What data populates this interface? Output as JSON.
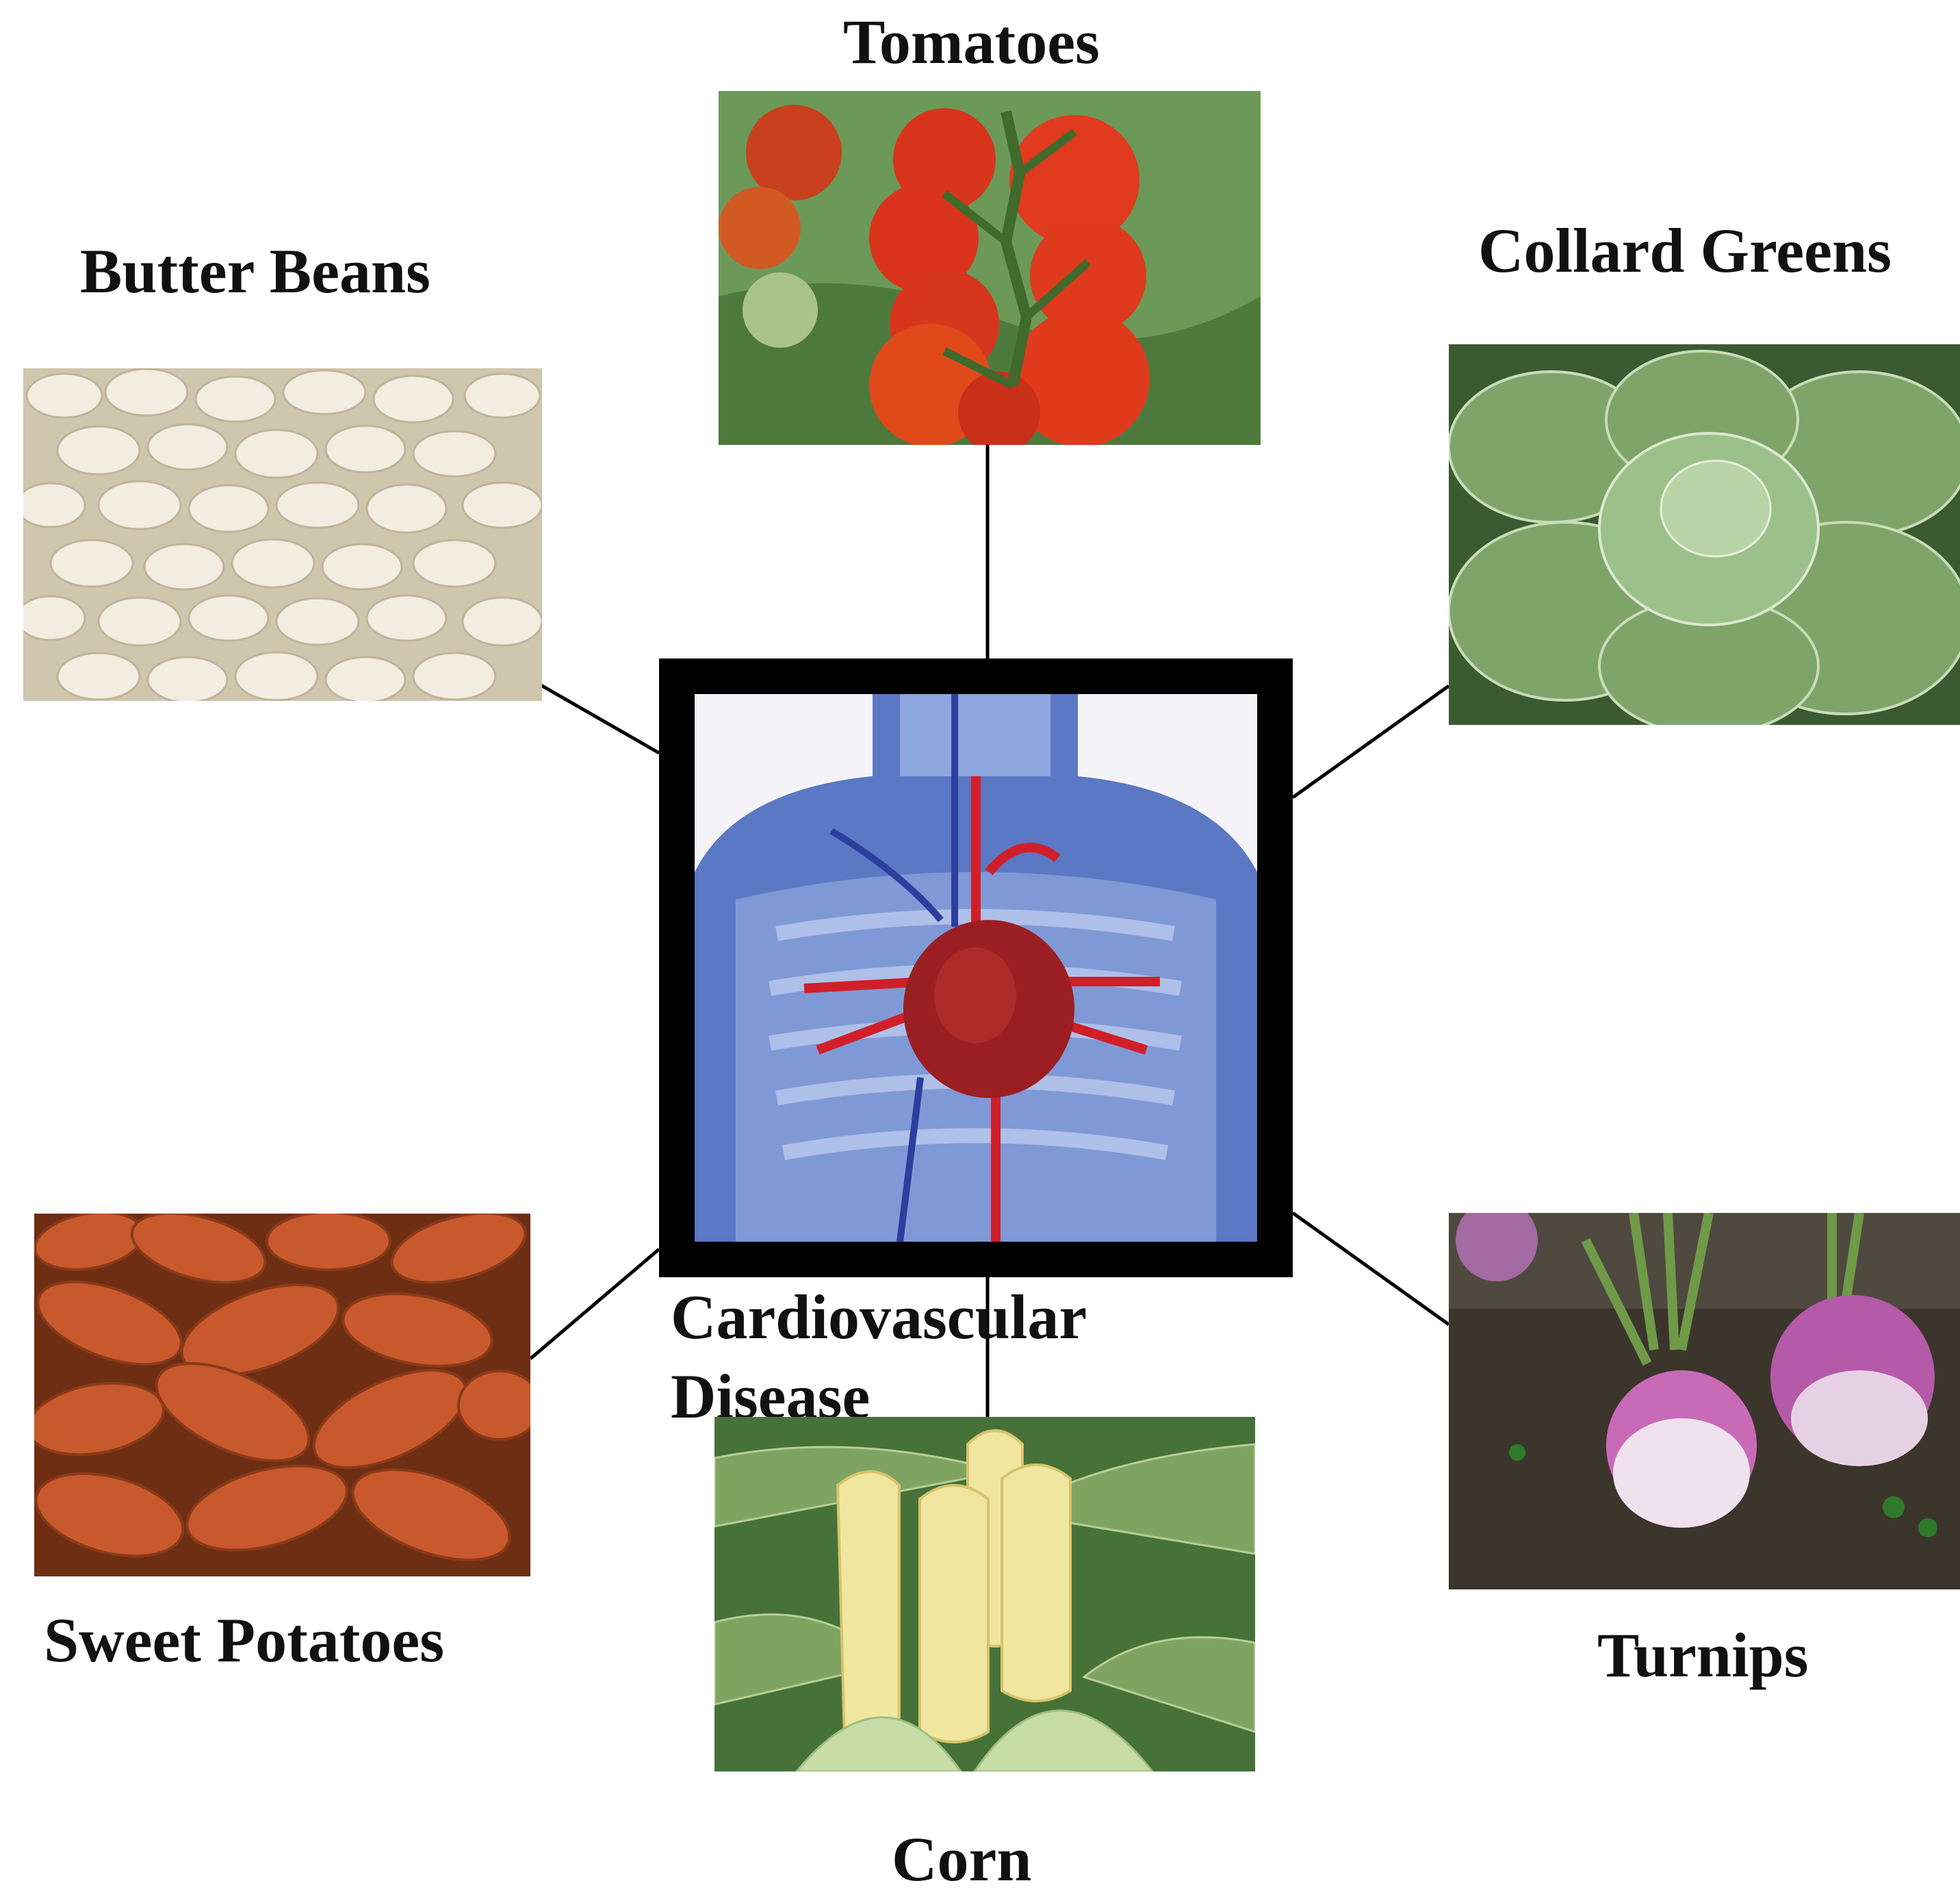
{
  "diagram": {
    "center": {
      "label_line1": "Cardiovascular",
      "label_line2": "Disease",
      "image": "chest-circulatory-system-illustration"
    },
    "foods": [
      {
        "label": "Tomatoes",
        "image": "tomato-vine-photo"
      },
      {
        "label": "Butter Beans",
        "image": "butter-beans-photo"
      },
      {
        "label": "Collard Greens",
        "image": "collard-greens-photo"
      },
      {
        "label": "Sweet Potatoes",
        "image": "sweet-potatoes-photo"
      },
      {
        "label": "Corn",
        "image": "corn-ears-photo"
      },
      {
        "label": "Turnips",
        "image": "turnips-photo"
      }
    ],
    "colors": {
      "text": "#111111",
      "connector": "#000000",
      "frame": "#000000"
    }
  }
}
